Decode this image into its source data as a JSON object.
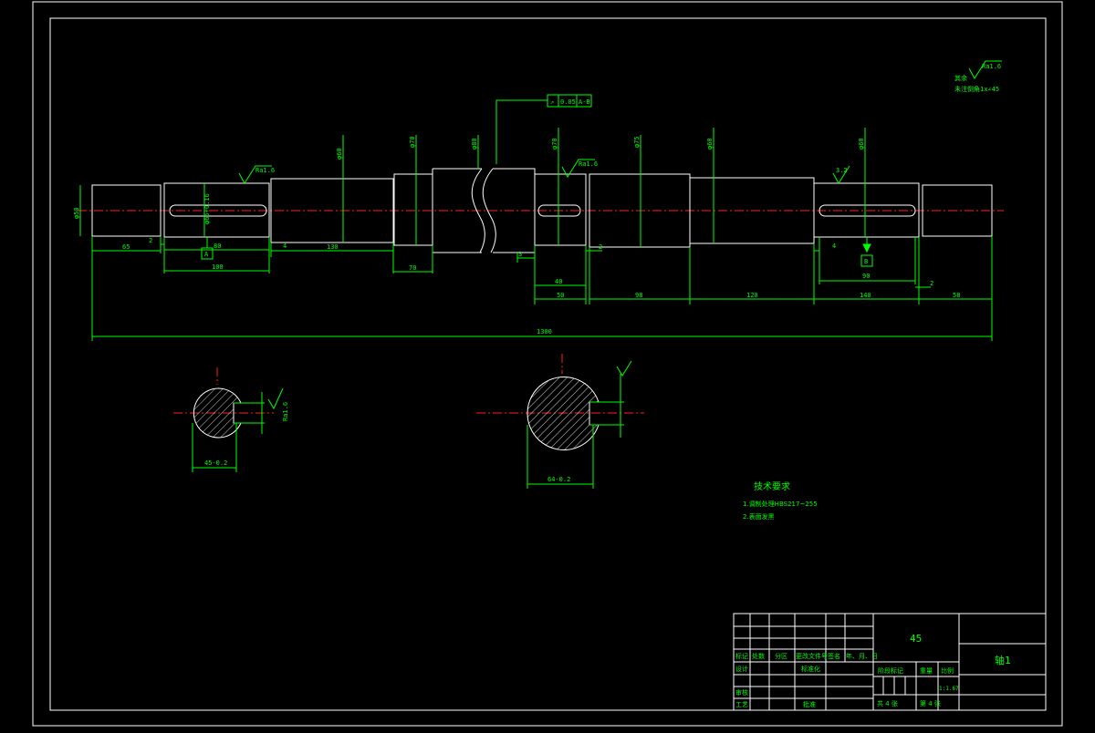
{
  "drawing": {
    "dims": {
      "d_left_end": "φ50",
      "len_65": "65",
      "len_2a": "2",
      "len_80": "80",
      "len_100": "100",
      "len_4a": "4",
      "len_130": "130",
      "len_70": "70",
      "len_3": "3",
      "len_40": "40",
      "len_50": "50",
      "len_2b": "2",
      "len_98": "98",
      "len_120": "120",
      "len_4b": "4",
      "len_90": "90",
      "len_140": "140",
      "len_2c": "2",
      "len_58": "58",
      "total": "1300",
      "d_key1": "φ65+0.16",
      "d_a": "φ60",
      "d_b": "φ70",
      "d_c": "φ80",
      "d_d": "φ70",
      "d_e": "φ75",
      "d_f": "φ60",
      "d_g": "φ60",
      "section1_width": "45-0.2",
      "section2_width": "64-0.2",
      "rough_1": "Ra1.6",
      "rough_2": "Ra1.6",
      "rough_3": "3.2",
      "rough_4": "Ra1.6",
      "datum_a": "A",
      "datum_b": "B",
      "tolerance_symbol": "↗",
      "tolerance_value": "0.05",
      "tolerance_ref": "A-B"
    },
    "corner_note": {
      "label_1": "其余",
      "ra": "Ra1.6",
      "chamfer": "未注倒角1x∠45"
    },
    "tech_req": {
      "title": "技术要求",
      "item1": "1.调制处理HBS217~255",
      "item2": "2.表面发黑"
    },
    "title_block": {
      "material": "45",
      "part_name": "轴1",
      "mark": "标记",
      "qty": "处数",
      "zone": "分区",
      "doc_no": "更改文件号",
      "sign": "签名",
      "date": "年、月、日",
      "design": "设计",
      "standard": "标准化",
      "review": "审核",
      "process": "工艺",
      "approve": "批准",
      "stage_mark": "阶段标记",
      "weight": "重量",
      "scale": "比例",
      "scale_value": "1:1.67",
      "total_sheets": "共 4 张",
      "sheet_no": "第 4 张"
    }
  }
}
